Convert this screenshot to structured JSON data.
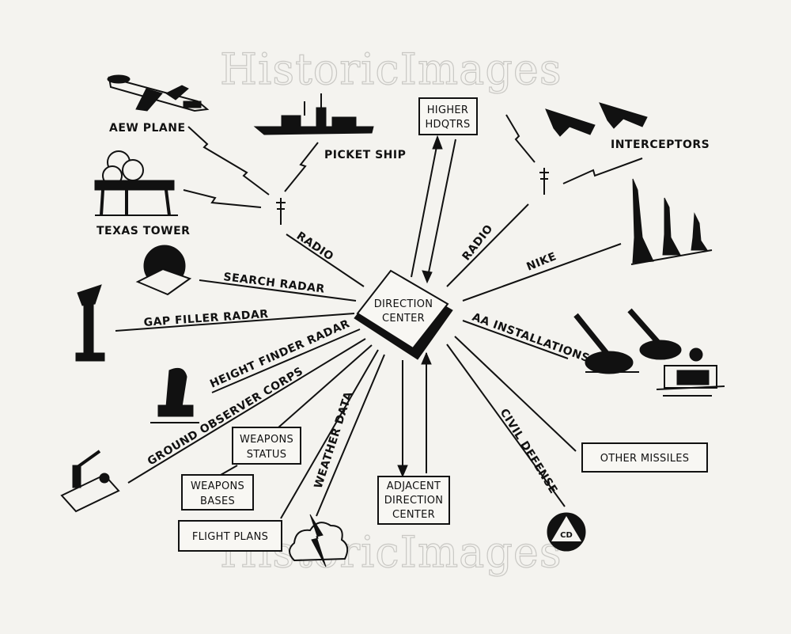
{
  "watermark": "HistoricImages",
  "center": {
    "title": "DIRECTION",
    "subtitle": "CENTER"
  },
  "labels": {
    "aew_plane": "AEW PLANE",
    "picket_ship": "PICKET SHIP",
    "texas_tower": "TEXAS TOWER",
    "radio_left": "RADIO",
    "radio_right": "RADIO",
    "interceptors": "INTERCEPTORS",
    "nike": "NIKE",
    "search_radar": "SEARCH RADAR",
    "gap_filler_radar": "GAP FILLER RADAR",
    "height_finder_radar": "HEIGHT FINDER RADAR",
    "ground_observer_corps": "GROUND OBSERVER CORPS",
    "weather_data": "WEATHER DATA",
    "aa_installations": "AA INSTALLATIONS",
    "civil_defense": "CIVIL DEFENSE",
    "cd_emblem": "CD"
  },
  "boxes": {
    "higher_hq": [
      "HIGHER",
      "HDQTRS"
    ],
    "weapons_status": [
      "WEAPONS",
      "STATUS"
    ],
    "weapons_bases": [
      "WEAPONS",
      "BASES"
    ],
    "flight_plans": [
      "FLIGHT PLANS"
    ],
    "adjacent_dc": [
      "ADJACENT",
      "DIRECTION",
      "CENTER"
    ],
    "other_missiles": [
      "OTHER MISSILES"
    ]
  }
}
